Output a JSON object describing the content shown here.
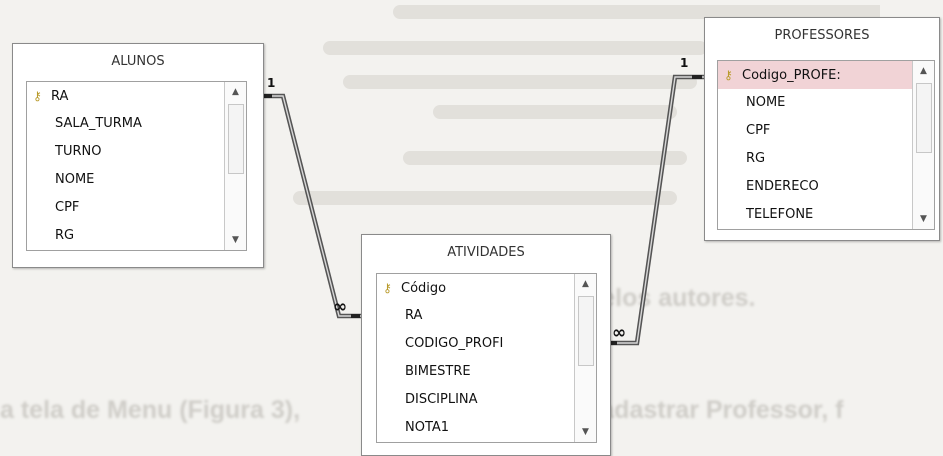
{
  "tables": [
    {
      "name": "ALUNOS",
      "fields": [
        {
          "name": "RA",
          "primary_key": true
        },
        {
          "name": "SALA_TURMA",
          "primary_key": false
        },
        {
          "name": "TURNO",
          "primary_key": false
        },
        {
          "name": "NOME",
          "primary_key": false
        },
        {
          "name": "CPF",
          "primary_key": false
        },
        {
          "name": "RG",
          "primary_key": false
        }
      ]
    },
    {
      "name": "PROFESSORES",
      "fields": [
        {
          "name": "Codigo_PROFE:",
          "primary_key": true
        },
        {
          "name": "NOME",
          "primary_key": false
        },
        {
          "name": "CPF",
          "primary_key": false
        },
        {
          "name": "RG",
          "primary_key": false
        },
        {
          "name": "ENDERECO",
          "primary_key": false
        },
        {
          "name": "TELEFONE",
          "primary_key": false
        }
      ]
    },
    {
      "name": "ATIVIDADES",
      "fields": [
        {
          "name": "Código",
          "primary_key": true
        },
        {
          "name": "RA",
          "primary_key": false
        },
        {
          "name": "CODIGO_PROFI",
          "primary_key": false
        },
        {
          "name": "BIMESTRE",
          "primary_key": false
        },
        {
          "name": "DISCIPLINA",
          "primary_key": false
        },
        {
          "name": "NOTA1",
          "primary_key": false
        }
      ]
    }
  ],
  "relationships": [
    {
      "from": "ALUNOS.RA",
      "to": "ATIVIDADES.RA",
      "from_cardinality": "1",
      "to_cardinality": "∞"
    },
    {
      "from": "PROFESSORES.Codigo_PROFE",
      "to": "ATIVIDADES.CODIGO_PROFI",
      "from_cardinality": "1",
      "to_cardinality": "∞"
    }
  ],
  "background_text": {
    "fragment_1": "pelos autores.",
    "fragment_2": "a tela de Menu (Figura 3),",
    "fragment_3": "o Cadastrar Professor, f"
  },
  "colors": {
    "selected_row": "#f1d3d6",
    "relationship_line": "#333333",
    "key_icon": "#b89a2a"
  }
}
